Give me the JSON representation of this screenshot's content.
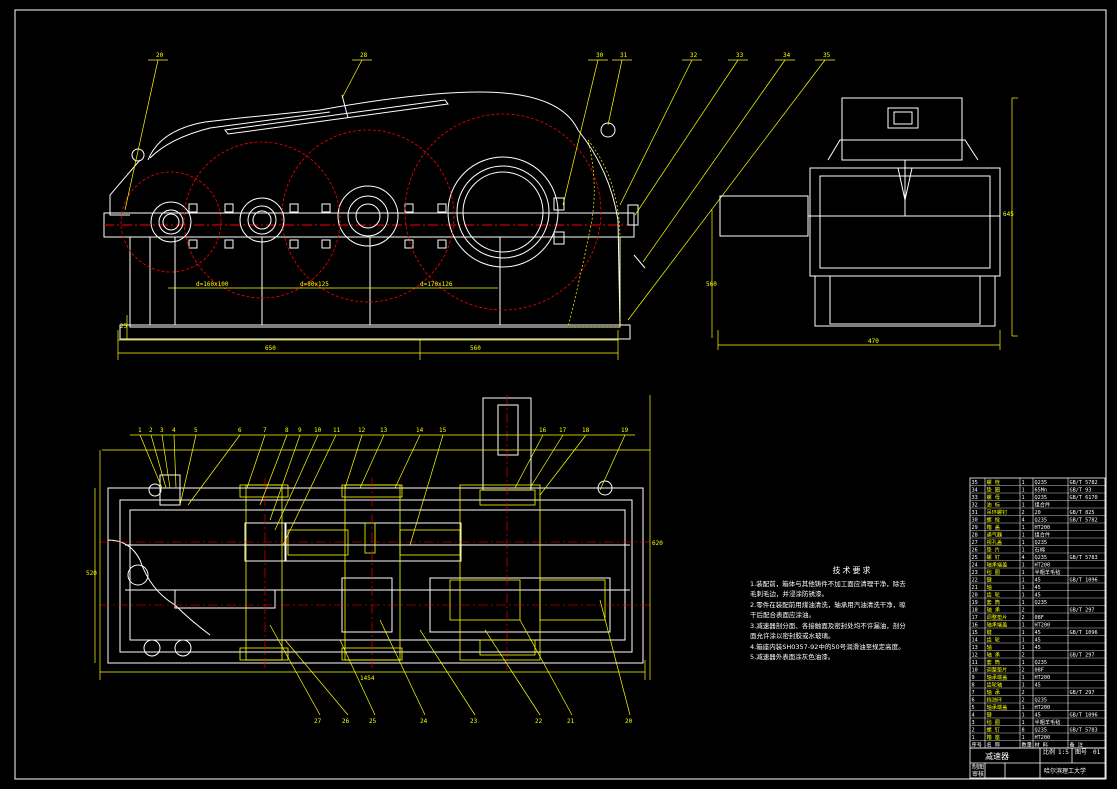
{
  "drawing": {
    "colors": {
      "background": "#000000",
      "frame": "#ffffff",
      "outline": "#ffffff",
      "dimension": "#ffff00",
      "pitch_circle": "#ff0000",
      "section": "#ffff00",
      "center_line": "#ff0000"
    },
    "front_view": {
      "balloons": [
        "20",
        "28",
        "30",
        "31",
        "32",
        "33",
        "34",
        "35"
      ],
      "dims_horizontal": [
        "650",
        "560"
      ],
      "dims_vertical": [
        "25"
      ],
      "center_distances": [
        "d=160x100",
        "d=80x125",
        "d=170x126"
      ]
    },
    "side_view": {
      "dims": [
        "470",
        "560",
        "645"
      ]
    },
    "plan_view": {
      "balloons_top": [
        "1",
        "2",
        "3",
        "4",
        "5",
        "6",
        "7",
        "8",
        "9",
        "10",
        "11",
        "12",
        "13",
        "14",
        "15",
        "16",
        "17",
        "18",
        "19"
      ],
      "balloons_bottom": [
        "27",
        "26",
        "25",
        "24",
        "23",
        "22",
        "21",
        "20"
      ],
      "dims": [
        "1454",
        "520",
        "620"
      ]
    },
    "tech_requirements": {
      "title": "技术要求",
      "items": [
        "1.装配前，箱体与其他铸件不加工面应清理干净，除去",
        "  毛刺毛边，并浸涂防锈漆。",
        "2.零件在装配前用煤油清洗，轴承用汽油清洗干净，晾",
        "  干后配合表面应涂油。",
        "3.减速器剖分面、各接触面及密封处均不许漏油，剖分",
        "  面允许涂以密封胶或水玻璃。",
        "4.箱座内装SH0357-92中的50号润滑油至规定高度。",
        "5.减速器外表面涂灰色油漆。"
      ]
    },
    "parts_list": {
      "rows": [
        [
          "35",
          "螺 栓",
          "1",
          "Q235",
          "GB/T 5782"
        ],
        [
          "34",
          "垫 圈",
          "1",
          "65Mn",
          "GB/T 93"
        ],
        [
          "33",
          "螺 母",
          "1",
          "Q235",
          "GB/T 6170"
        ],
        [
          "32",
          "油 标",
          "1",
          "组合件",
          ""
        ],
        [
          "31",
          "吊环螺钉",
          "2",
          "20",
          "GB/T 825"
        ],
        [
          "30",
          "螺 栓",
          "4",
          "Q235",
          "GB/T 5782"
        ],
        [
          "29",
          "箱 盖",
          "1",
          "HT200",
          ""
        ],
        [
          "28",
          "通气器",
          "1",
          "组合件",
          ""
        ],
        [
          "27",
          "视孔盖",
          "1",
          "Q235",
          ""
        ],
        [
          "26",
          "垫 片",
          "1",
          "石棉",
          ""
        ],
        [
          "25",
          "螺 钉",
          "4",
          "Q235",
          "GB/T 5783"
        ],
        [
          "24",
          "轴承端盖",
          "1",
          "HT200",
          ""
        ],
        [
          "23",
          "毡 圈",
          "1",
          "半粗羊毛毡",
          ""
        ],
        [
          "22",
          "键",
          "1",
          "45",
          "GB/T 1096"
        ],
        [
          "21",
          "轴",
          "1",
          "45",
          ""
        ],
        [
          "20",
          "齿 轮",
          "1",
          "45",
          ""
        ],
        [
          "19",
          "套 筒",
          "1",
          "Q235",
          ""
        ],
        [
          "18",
          "轴 承",
          "2",
          "",
          "GB/T 297"
        ],
        [
          "17",
          "调整垫片",
          "2",
          "08F",
          ""
        ],
        [
          "16",
          "轴承端盖",
          "1",
          "HT200",
          ""
        ],
        [
          "15",
          "键",
          "1",
          "45",
          "GB/T 1096"
        ],
        [
          "14",
          "齿 轮",
          "1",
          "45",
          ""
        ],
        [
          "13",
          "轴",
          "1",
          "45",
          ""
        ],
        [
          "12",
          "轴 承",
          "2",
          "",
          "GB/T 297"
        ],
        [
          "11",
          "套 筒",
          "1",
          "Q235",
          ""
        ],
        [
          "10",
          "调整垫片",
          "2",
          "08F",
          ""
        ],
        [
          "9",
          "轴承端盖",
          "1",
          "HT200",
          ""
        ],
        [
          "8",
          "齿轮轴",
          "1",
          "45",
          ""
        ],
        [
          "7",
          "轴 承",
          "2",
          "",
          "GB/T 297"
        ],
        [
          "6",
          "挡油环",
          "2",
          "Q235",
          ""
        ],
        [
          "5",
          "轴承端盖",
          "1",
          "HT200",
          ""
        ],
        [
          "4",
          "键",
          "1",
          "45",
          "GB/T 1096"
        ],
        [
          "3",
          "毡 圈",
          "1",
          "半粗羊毛毡",
          ""
        ],
        [
          "2",
          "螺 钉",
          "8",
          "Q235",
          "GB/T 5783"
        ],
        [
          "1",
          "箱 座",
          "1",
          "HT200",
          ""
        ]
      ],
      "header": [
        "序号",
        "名 称",
        "数量",
        "材 料",
        "备 注"
      ]
    },
    "title_block": {
      "name": "减速器",
      "scale_label": "比例",
      "scale": "1:5",
      "sheet_label": "图号",
      "sheet": "01",
      "drawn_label": "制图",
      "checked_label": "审核",
      "school": "哈尔滨理工大学"
    }
  }
}
